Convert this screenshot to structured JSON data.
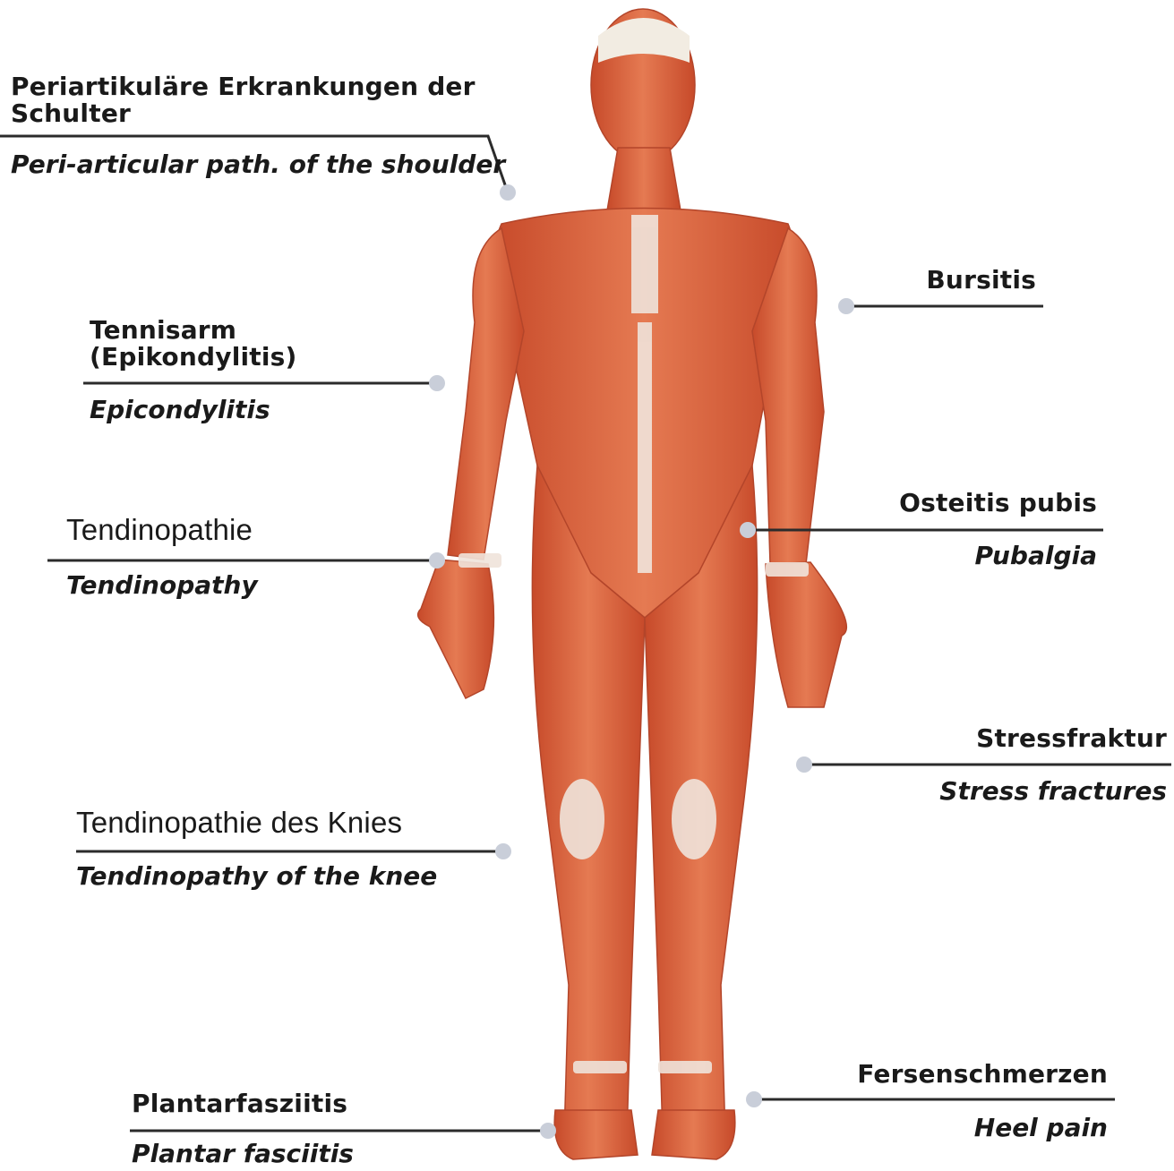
{
  "labels": [
    {
      "id": "shoulder",
      "de": "Periartikuläre Erkrankungen der Schulter",
      "en": "Peri-articular path. of the shoulder"
    },
    {
      "id": "bursitis",
      "de": "Bursitis"
    },
    {
      "id": "tennis",
      "de_line1": "Tennisarm",
      "de_line2": "(Epikondylitis)",
      "en": "Epicondylitis"
    },
    {
      "id": "tendino",
      "de": "Tendinopathie",
      "en": "Tendinopathy"
    },
    {
      "id": "pubis",
      "de": "Osteitis pubis",
      "en": "Pubalgia"
    },
    {
      "id": "stress",
      "de": "Stressfraktur",
      "en": "Stress fractures"
    },
    {
      "id": "knee",
      "de": "Tendinopathie des Knies",
      "en": "Tendinopathy of the knee"
    },
    {
      "id": "heel",
      "de": "Fersenschmerzen",
      "en": "Heel pain"
    },
    {
      "id": "plantar",
      "de": "Plantarfasziitis",
      "en": "Plantar fasciitis"
    }
  ],
  "colors": {
    "line": "#2b2b2b",
    "dot": "#c9ced9",
    "muscle": "#d9643f",
    "tendon": "#efe3da"
  }
}
